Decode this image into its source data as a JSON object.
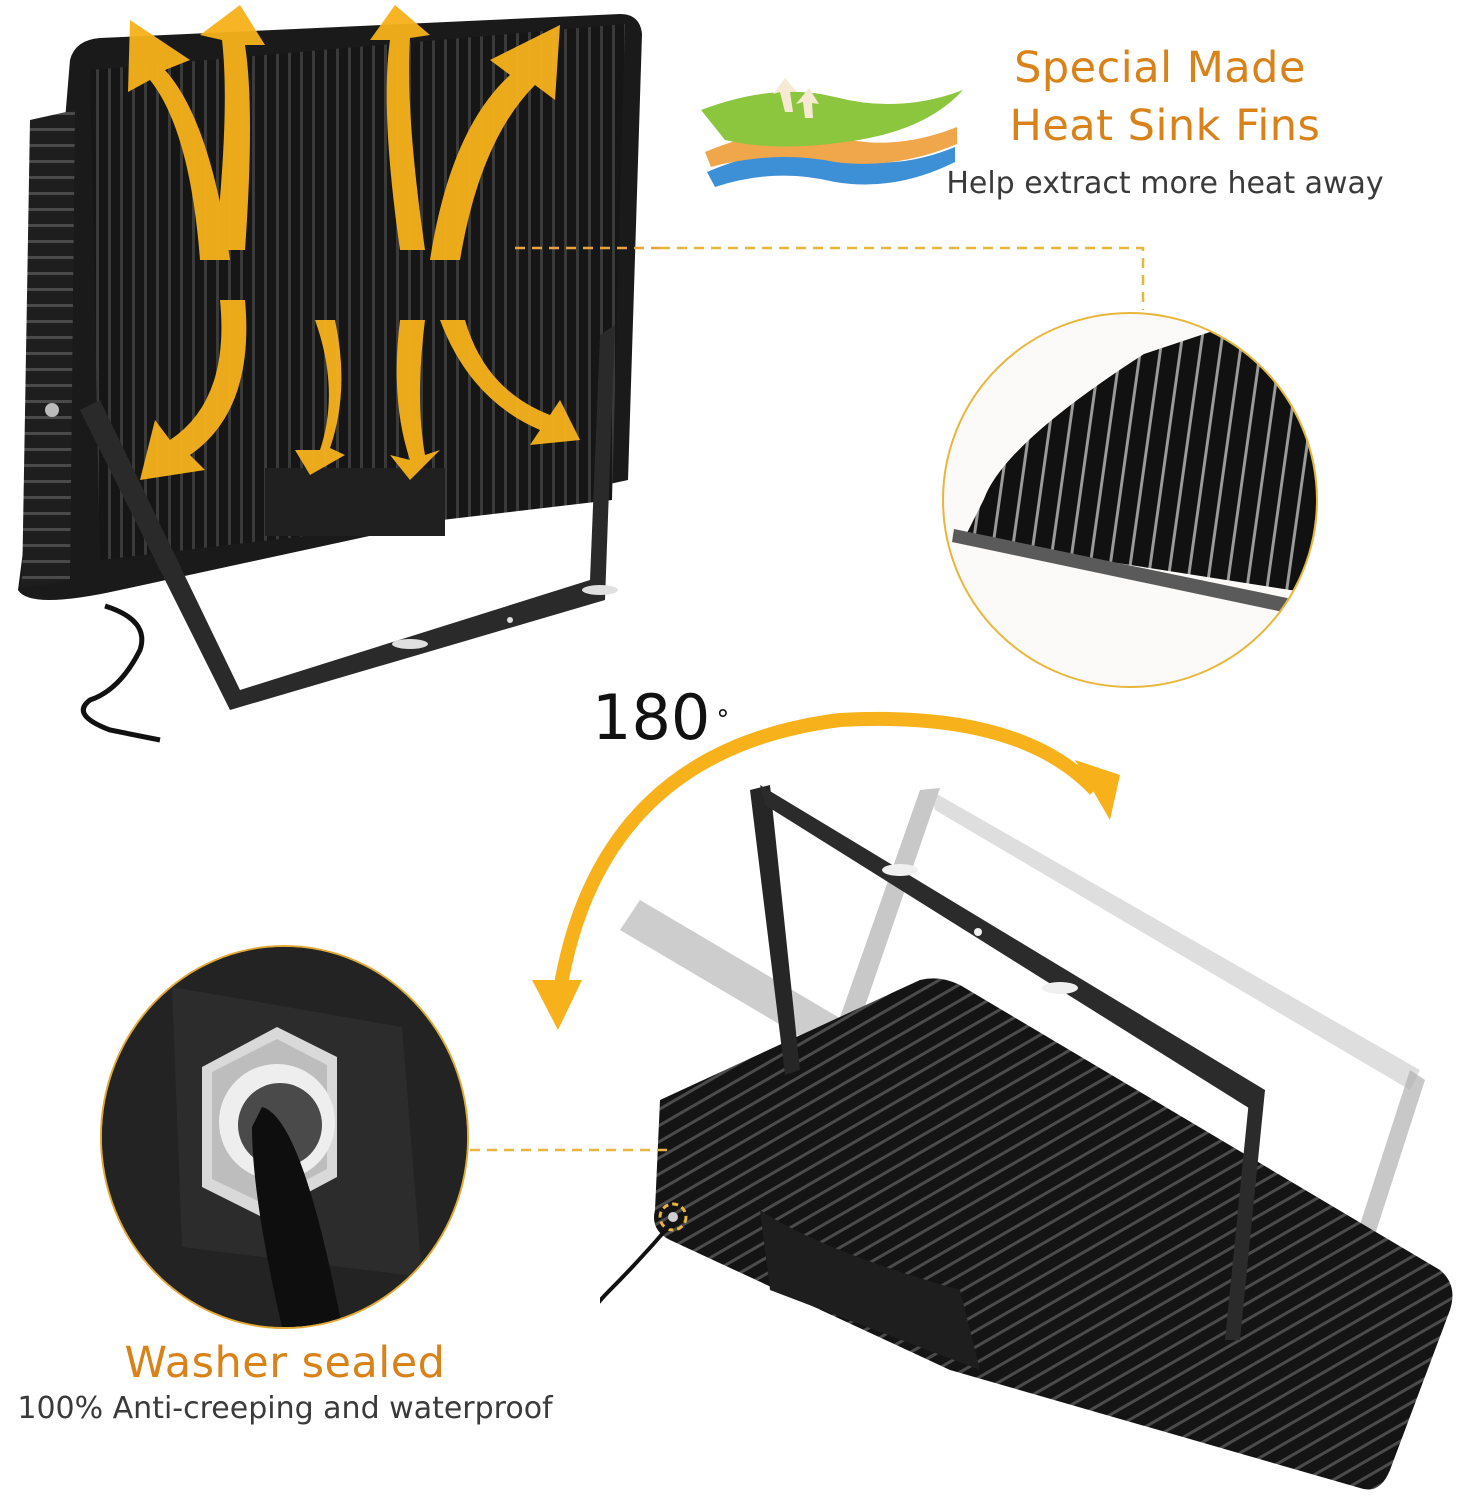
{
  "callouts": {
    "heat_sink": {
      "title_line1": "Special Made",
      "title_line2": "Heat Sink Fins",
      "subtitle": "Help extract more heat away",
      "icon": "layered-material-airflow-icon"
    },
    "rotation": {
      "angle_value": "180",
      "angle_unit": "°",
      "icon": "curved-double-arrow-icon"
    },
    "washer": {
      "title": "Washer sealed",
      "subtitle": "100% Anti-creeping and waterproof",
      "icon": "cable-gland-closeup"
    }
  },
  "colors": {
    "accent_orange": "#d98219",
    "arrow_yellow": "#f7b21b",
    "callout_line": "#e8b63a",
    "product_black": "#1c1c1c",
    "text_dark": "#3a3a3a"
  },
  "products": [
    {
      "name": "floodlight-back-view",
      "feature": "heat dissipation airflow arrows"
    },
    {
      "name": "floodlight-bracket-rotation-view",
      "feature": "adjustable bracket"
    }
  ]
}
